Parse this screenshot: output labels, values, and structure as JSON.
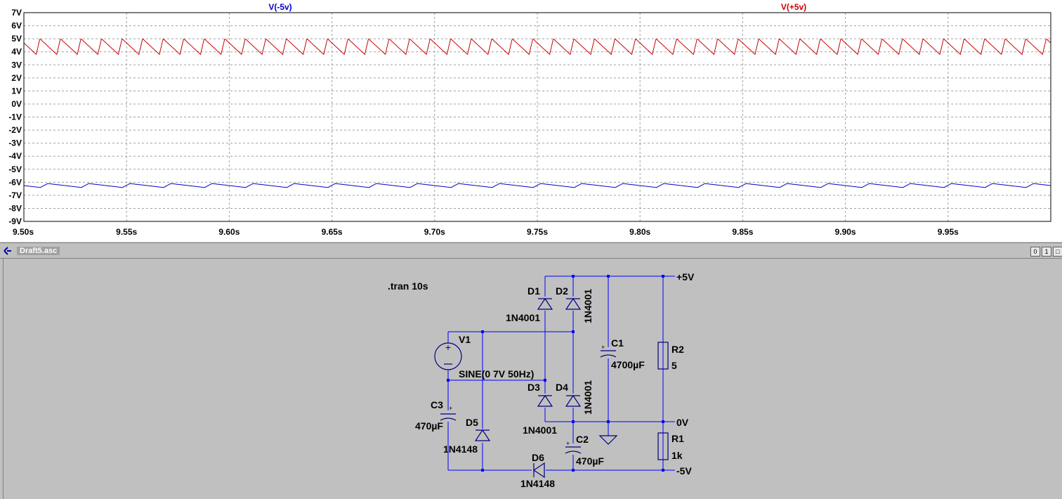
{
  "plot": {
    "trace_neg_label": "V(-5v)",
    "trace_pos_label": "V(+5v)",
    "colors": {
      "neg": "#0000cc",
      "pos": "#cc0000",
      "grid": "#a0a0a0"
    }
  },
  "chart_data": {
    "type": "line",
    "x_ticks": [
      "9.50s",
      "9.55s",
      "9.60s",
      "9.65s",
      "9.70s",
      "9.75s",
      "9.80s",
      "9.85s",
      "9.90s",
      "9.95s"
    ],
    "y_ticks": [
      "7V",
      "6V",
      "5V",
      "4V",
      "3V",
      "2V",
      "1V",
      "0V",
      "-1V",
      "-2V",
      "-3V",
      "-4V",
      "-5V",
      "-6V",
      "-7V",
      "-8V",
      "-9V"
    ],
    "xlim": [
      9.5,
      10.0
    ],
    "ylim": [
      -9,
      7
    ],
    "grid": true,
    "series": [
      {
        "name": "V(+5v)",
        "color": "#cc0000",
        "ripple_period_s": 0.01,
        "max": 5.0,
        "min": 3.8
      },
      {
        "name": "V(-5v)",
        "color": "#0000cc",
        "ripple_period_s": 0.02,
        "max": -6.1,
        "min": -6.4
      }
    ]
  },
  "window": {
    "title": "Draft5.asc",
    "buttons": [
      "0",
      "1",
      "□"
    ]
  },
  "schematic": {
    "directive": ".tran 10s",
    "nets": {
      "pos": "+5V",
      "zero": "0V",
      "neg": "-5V"
    },
    "components": {
      "D1": {
        "name": "D1",
        "value": "1N4001"
      },
      "D2": {
        "name": "D2",
        "value": "1N4001"
      },
      "D3": {
        "name": "D3",
        "value": "1N4001"
      },
      "D4": {
        "name": "D4",
        "value": "1N4001"
      },
      "D5": {
        "name": "D5",
        "value": "1N4148"
      },
      "D6": {
        "name": "D6",
        "value": "1N4148"
      },
      "C1": {
        "name": "C1",
        "value": "4700µF"
      },
      "C2": {
        "name": "C2",
        "value": "470µF"
      },
      "C3": {
        "name": "C3",
        "value": "470µF"
      },
      "R1": {
        "name": "R1",
        "value": "1k"
      },
      "R2": {
        "name": "R2",
        "value": "5"
      },
      "V1": {
        "name": "V1",
        "value": "SINE(0 7V 50Hz)"
      }
    }
  }
}
